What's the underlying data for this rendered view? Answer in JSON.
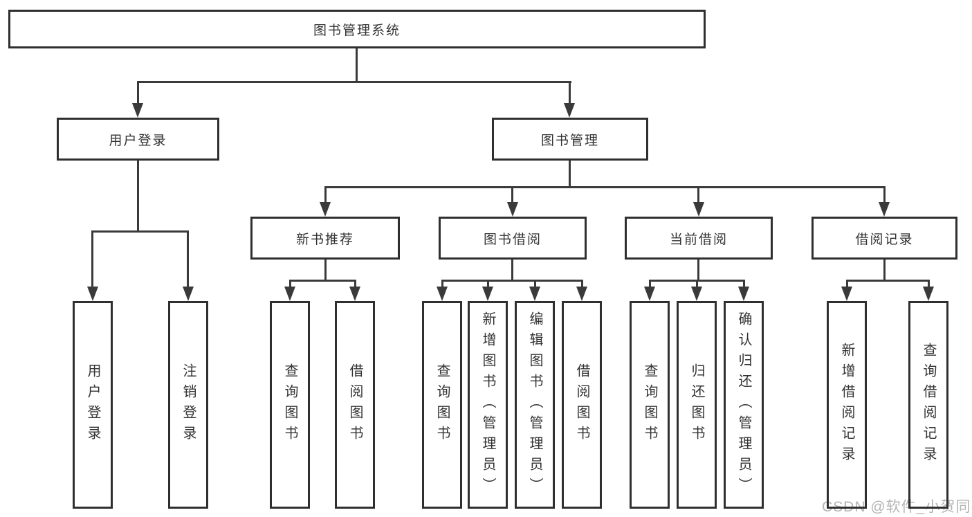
{
  "diagram": {
    "title_node": {
      "label": "图书管理系统"
    },
    "level2": [
      {
        "id": "user-login",
        "label": "用户登录"
      },
      {
        "id": "book-management",
        "label": "图书管理"
      }
    ],
    "level3": [
      {
        "id": "new-book-recommend",
        "parent": "图书管理",
        "label": "新书推荐"
      },
      {
        "id": "book-borrow",
        "parent": "图书管理",
        "label": "图书借阅"
      },
      {
        "id": "current-borrow",
        "parent": "图书管理",
        "label": "当前借阅"
      },
      {
        "id": "borrow-records",
        "parent": "图书管理",
        "label": "借阅记录"
      }
    ],
    "leaves": [
      {
        "parent": "用户登录",
        "label": "用户登录"
      },
      {
        "parent": "用户登录",
        "label": "注销登录"
      },
      {
        "parent": "新书推荐",
        "label": "查询图书"
      },
      {
        "parent": "新书推荐",
        "label": "借阅图书"
      },
      {
        "parent": "图书借阅",
        "label": "查询图书"
      },
      {
        "parent": "图书借阅",
        "label": "新增图书（管理员）"
      },
      {
        "parent": "图书借阅",
        "label": "编辑图书（管理员）"
      },
      {
        "parent": "图书借阅",
        "label": "借阅图书"
      },
      {
        "parent": "当前借阅",
        "label": "查询图书"
      },
      {
        "parent": "当前借阅",
        "label": "归还图书"
      },
      {
        "parent": "当前借阅",
        "label": "确认归还（管理员）"
      },
      {
        "parent": "借阅记录",
        "label": "新增借阅记录"
      },
      {
        "parent": "借阅记录",
        "label": "查询借阅记录"
      }
    ],
    "watermark": "CSDN @软件_小贺同学",
    "colors": {
      "line": "#3a3a3a",
      "border": "#2f2f2f",
      "text": "#333333",
      "background": "#ffffff",
      "watermark": "#b5b5b5"
    }
  }
}
